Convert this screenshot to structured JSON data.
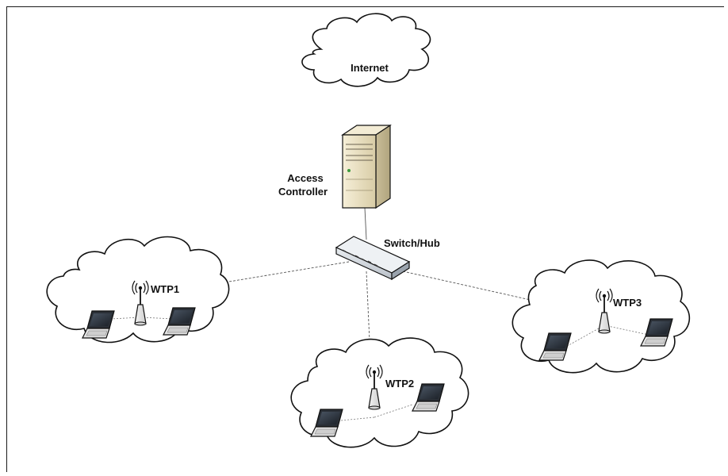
{
  "diagram": {
    "internet_label": "Internet",
    "controller_label_line1": "Access",
    "controller_label_line2": "Controller",
    "switch_label": "Switch/Hub",
    "wtp1_label": "WTP1",
    "wtp2_label": "WTP2",
    "wtp3_label": "WTP3"
  },
  "colors": {
    "outline": "#1a1a1a",
    "cloud_fill": "#ffffff",
    "server_body": "#efe6c8",
    "switch_body": "#d9dde2",
    "link_line": "#555555"
  },
  "icons": [
    "cloud-icon",
    "server-icon",
    "switch-icon",
    "access-point-icon",
    "laptop-icon"
  ]
}
